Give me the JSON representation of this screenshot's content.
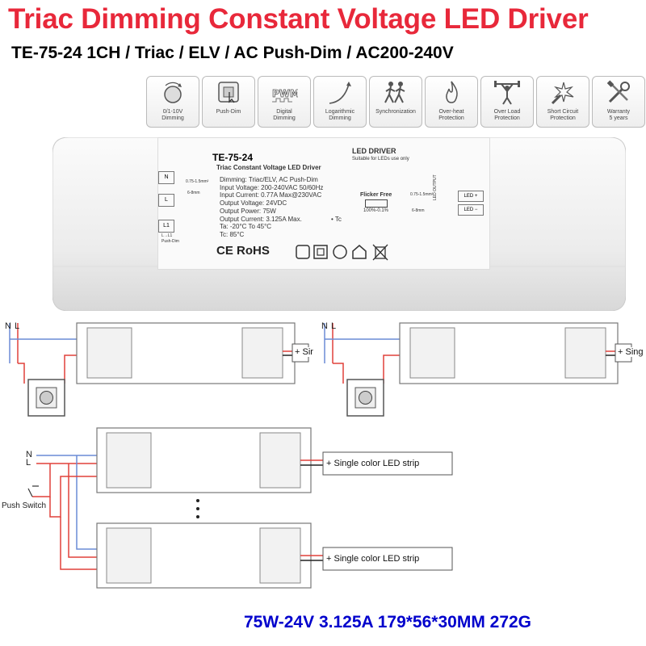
{
  "title": "Triac Dimming Constant Voltage LED Driver",
  "subtitle": "TE-75-24 1CH / Triac / ELV / AC Push-Dim / AC200-240V",
  "features": [
    {
      "icon": "dial-icon",
      "label_lines": [
        "0/1-10V",
        "Dimming"
      ]
    },
    {
      "icon": "push-button-icon",
      "label_lines": [
        "Push-Dim"
      ]
    },
    {
      "icon": "pwm-icon",
      "label_lines": [
        "Digital",
        "Dimming"
      ]
    },
    {
      "icon": "log-curve-icon",
      "label_lines": [
        "Logarithmic",
        "Dimming"
      ]
    },
    {
      "icon": "running-people-icon",
      "label_lines": [
        "Synchronization"
      ]
    },
    {
      "icon": "flame-icon",
      "label_lines": [
        "Over-heat",
        "Protection"
      ]
    },
    {
      "icon": "weightlifter-icon",
      "label_lines": [
        "Over Load",
        "Protection"
      ]
    },
    {
      "icon": "spark-icon",
      "label_lines": [
        "Short Circuit",
        "Protection"
      ]
    },
    {
      "icon": "tools-icon",
      "label_lines": [
        "Warranty",
        "5 years"
      ]
    }
  ],
  "driver_label": {
    "model": "TE-75-24",
    "description": "Triac Constant Voltage LED Driver",
    "led_driver": "LED DRIVER",
    "suitable": "Suitable for LEDs use only",
    "specs": [
      "Dimming: Triac/ELV, AC Push-Dim",
      "Input Voltage: 200-240VAC 50/60Hz",
      "Input Current: 0.77A Max@230VAC",
      "Output Voltage: 24VDC",
      "Output Power: 75W",
      "Output Current: 3.125A Max.",
      "Ta: -20°C To 45°C",
      "Tc: 85°C"
    ],
    "tc_marker": "Tc",
    "flicker_free": "Flicker Free",
    "dim_range": "100%-0.1%",
    "wire_gauge": "0.75-1.5mm²",
    "strip_length": "6-8mm",
    "terminals_in": [
      "N",
      "L",
      "L1"
    ],
    "push_dim_note": "L→L1",
    "push_dim_text": "Push-Dim",
    "terminals_out": [
      "LED +",
      "LED −"
    ],
    "led_output_text": "LED OUTPUT",
    "certifications": "CE RoHS"
  },
  "wiring": {
    "n_label": "N",
    "l_label": "L",
    "strip_label_cut": "Sir",
    "strip_label_cut2": "Sing",
    "strip_label": "Single color LED strip",
    "push_switch": "Push Switch",
    "plus": "+",
    "minus": "−"
  },
  "footer": "75W-24V 3.125A 179*56*30MM 272G",
  "colors": {
    "title": "#e8283a",
    "footer": "#0000cc",
    "wire_red": "#e0403a",
    "wire_blue": "#6a8bd6"
  }
}
